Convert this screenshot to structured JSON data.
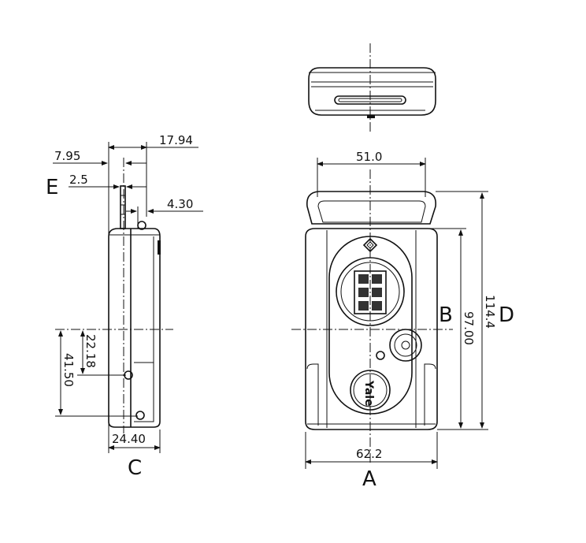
{
  "title": "Padlock dimension drawing",
  "side_view": {
    "dim_overall_depth": "17.94",
    "dim_shackle_offset": "7.95",
    "label_e": "E",
    "dim_shackle_thickness": "2.5",
    "dim_button_offset": "4.30",
    "dim_hole_height": "22.18",
    "dim_lower_height": "41.50",
    "dim_width": "24.40",
    "label_c": "C"
  },
  "front_view": {
    "dim_strap_width": "51.0",
    "dim_body_width": "62.2",
    "label_a": "A",
    "label_b": "B",
    "dim_body_height": "97.00",
    "dim_total_height": "114.4",
    "label_d": "D",
    "logo_text": "Yale"
  }
}
